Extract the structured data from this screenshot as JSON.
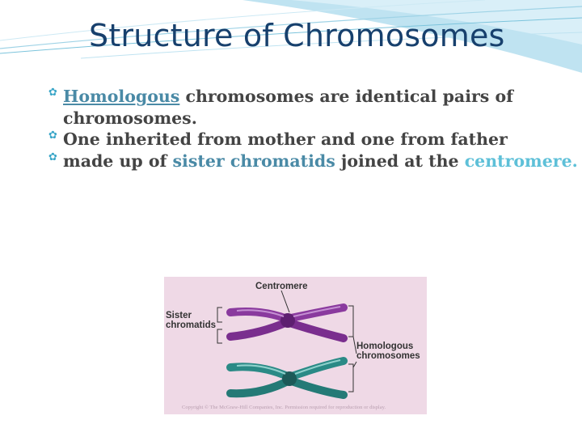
{
  "slide": {
    "title": "Structure of Chromosomes",
    "bullets": {
      "b1_term": "Homologous",
      "b1_rest": " chromosomes are identical pairs of",
      "b1_cont": "chromosomes.",
      "b2": "One inherited from mother and one from father",
      "b3_a": " made up of ",
      "b3_term1": "sister chromatids",
      "b3_b": " joined at the ",
      "b3_term2": "centromere."
    }
  },
  "figure": {
    "label_centromere": "Centromere",
    "label_sister_1": "Sister",
    "label_sister_2": "chromatids",
    "label_homologous_1": "Homologous",
    "label_homologous_2": "chromosomes",
    "copyright": "Copyright © The McGraw-Hill Companies, Inc. Permission required for reproduction or display."
  },
  "colors": {
    "title": "#17406d",
    "accent_term": "#4a8aa6",
    "accent_light": "#5ec0d8",
    "chromosome_purple": "#8a3a9e",
    "chromosome_teal": "#2a8a86",
    "figure_bg": "#efd9e6"
  },
  "icons": [
    "bullet-icon"
  ]
}
